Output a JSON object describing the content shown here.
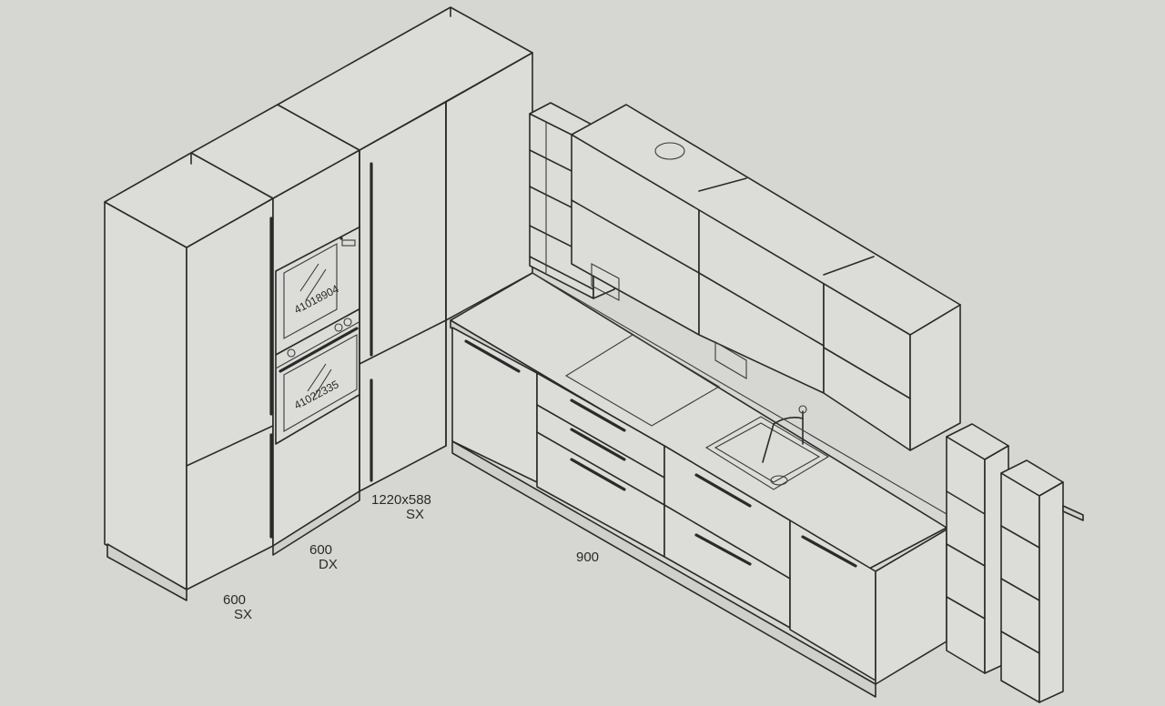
{
  "dimension_labels": [
    {
      "value": "600",
      "side": "SX"
    },
    {
      "value": "600",
      "side": "DX"
    },
    {
      "value": "1220x588",
      "side": "SX"
    },
    {
      "value": "900",
      "side": ""
    }
  ],
  "appliance_codes": [
    "41018904",
    "41022335"
  ],
  "colors": {
    "paper": "#d6d6d2",
    "line": "#2a2a2a"
  }
}
